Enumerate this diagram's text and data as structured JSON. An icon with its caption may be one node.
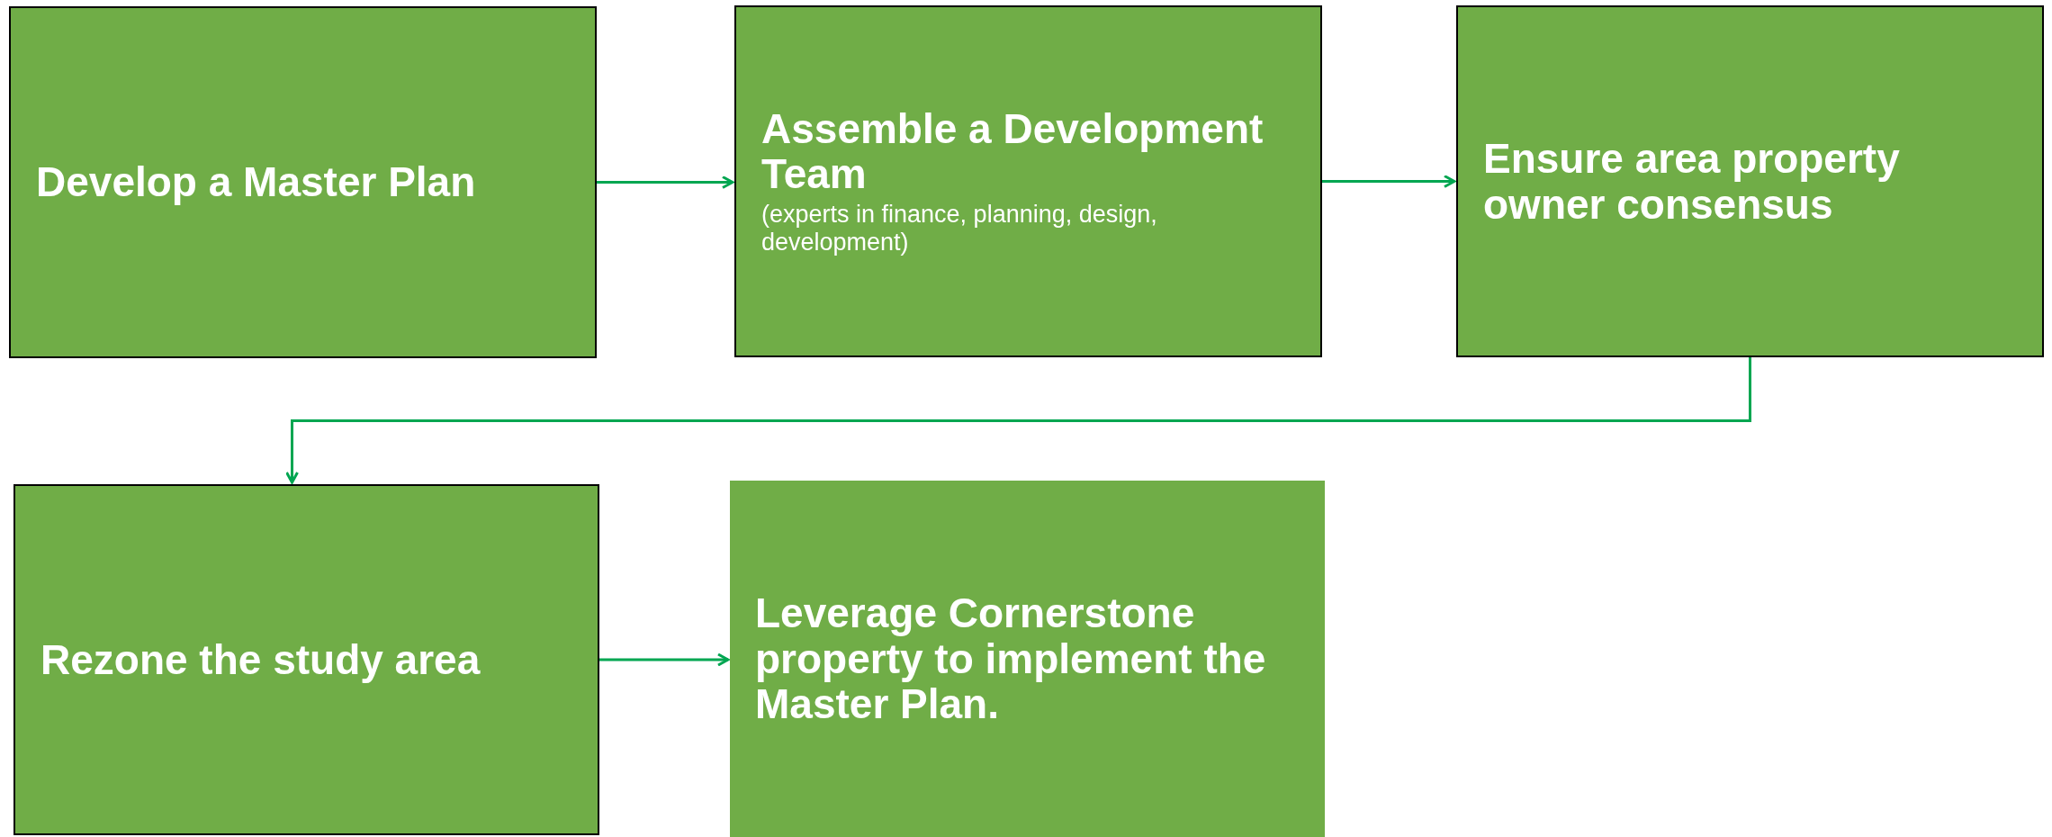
{
  "diagram": {
    "nodes": [
      {
        "text": [
          "Develop a Master Plan"
        ]
      },
      {
        "text": [
          "Assemble a Development Team",
          "(experts in finance, planning, design, development)"
        ]
      },
      {
        "text": [
          "Ensure area property owner consensus"
        ]
      },
      {
        "text": [
          "Rezone the study area"
        ]
      },
      {
        "text": [
          "Leverage Cornerstone property to implement the Master Plan."
        ]
      }
    ],
    "edges": [
      {
        "from": 0,
        "to": 1,
        "arrow": "to"
      },
      {
        "from": 1,
        "to": 2,
        "arrow": "to"
      },
      {
        "from": 2,
        "to": 3,
        "arrow": "to"
      },
      {
        "from": 3,
        "to": 4,
        "arrow": "to"
      }
    ]
  }
}
